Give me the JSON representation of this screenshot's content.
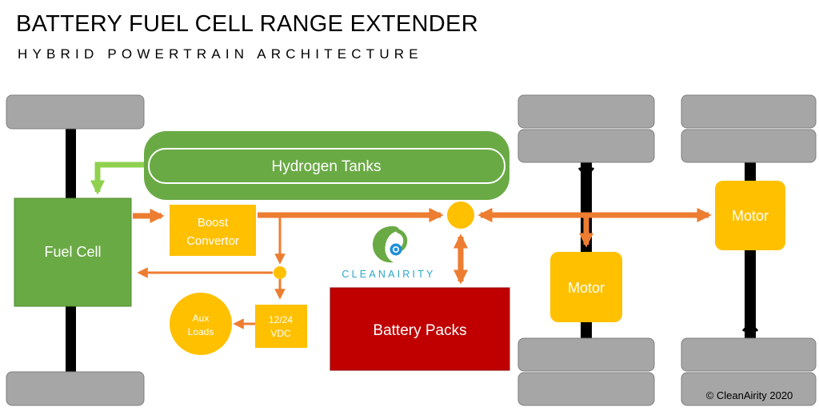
{
  "header": {
    "title": "BATTERY FUEL CELL RANGE EXTENDER",
    "subtitle": "HYBRID POWERTRAIN ARCHITECTURE"
  },
  "components": {
    "hydrogen_tanks": "Hydrogen Tanks",
    "fuel_cell": "Fuel Cell",
    "boost_convertor_line1": "Boost",
    "boost_convertor_line2": "Convertor",
    "dc_converter_line1": "12/24",
    "dc_converter_line2": "VDC",
    "aux_loads_line1": "Aux",
    "aux_loads_line2": "Loads",
    "battery_packs": "Battery Packs",
    "motor_middle": "Motor",
    "motor_right": "Motor"
  },
  "logo": {
    "text": "CLEANAIRITY"
  },
  "copyright": "© CleanAirity 2020",
  "colors": {
    "fuel_cell_green": "#6aaa45",
    "hydrogen_green": "#6aaa45",
    "hydrogen_feed_green": "#8fd14f",
    "orange_flow": "#ed7d31",
    "component_amber": "#ffc000",
    "battery_red": "#c00000",
    "wheel_gray": "#a6a6a6",
    "axle_black": "#000000"
  }
}
